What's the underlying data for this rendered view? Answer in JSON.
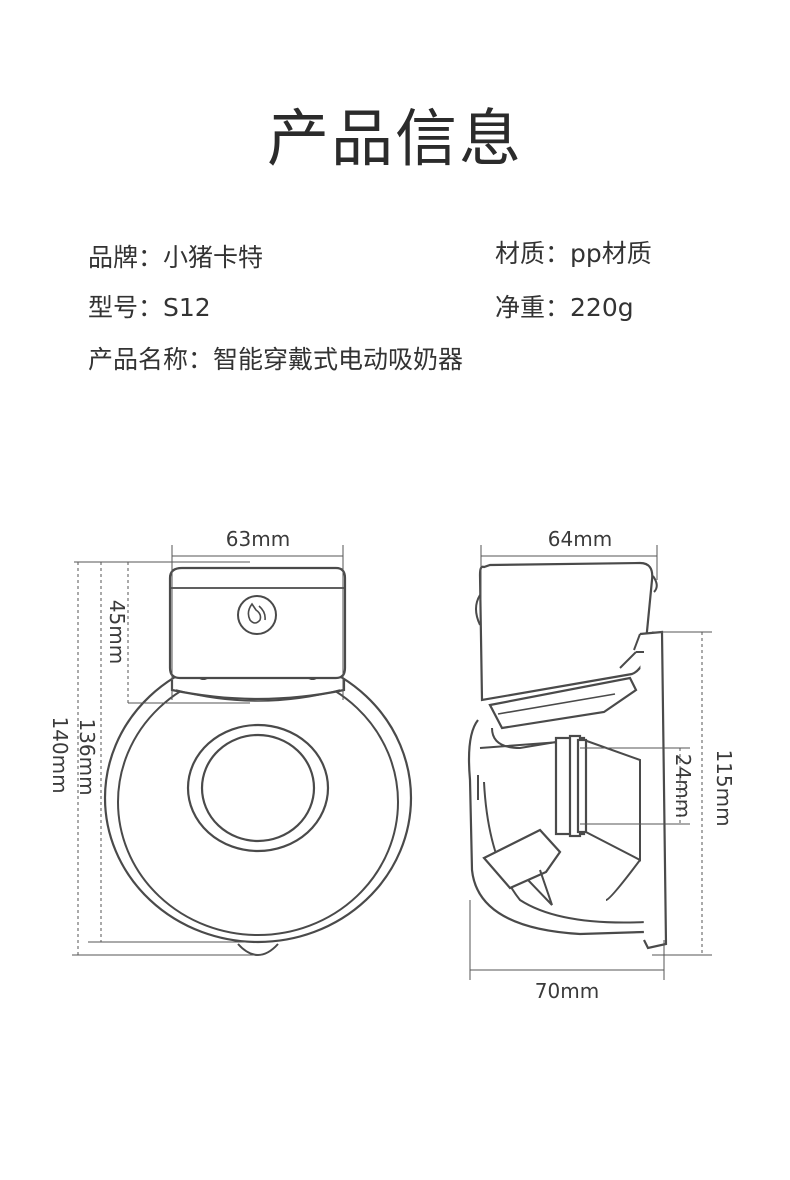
{
  "title": "产品信息",
  "specs": {
    "brand": {
      "label": "品牌：",
      "value": "小猪卡特"
    },
    "material": {
      "label": "材质：",
      "value": "pp材质"
    },
    "model": {
      "label": "型号：",
      "value": "S12"
    },
    "weight": {
      "label": "净重：",
      "value": "220g"
    },
    "name": {
      "label": "产品名称：",
      "value": "智能穿戴式电动吸奶器"
    }
  },
  "dimensions": {
    "front_width": "63mm",
    "front_top": "45mm",
    "front_inner_height": "136mm",
    "front_total_height": "140mm",
    "side_width_top": "64mm",
    "side_neck": "24mm",
    "side_height": "115mm",
    "side_width_bottom": "70mm"
  }
}
